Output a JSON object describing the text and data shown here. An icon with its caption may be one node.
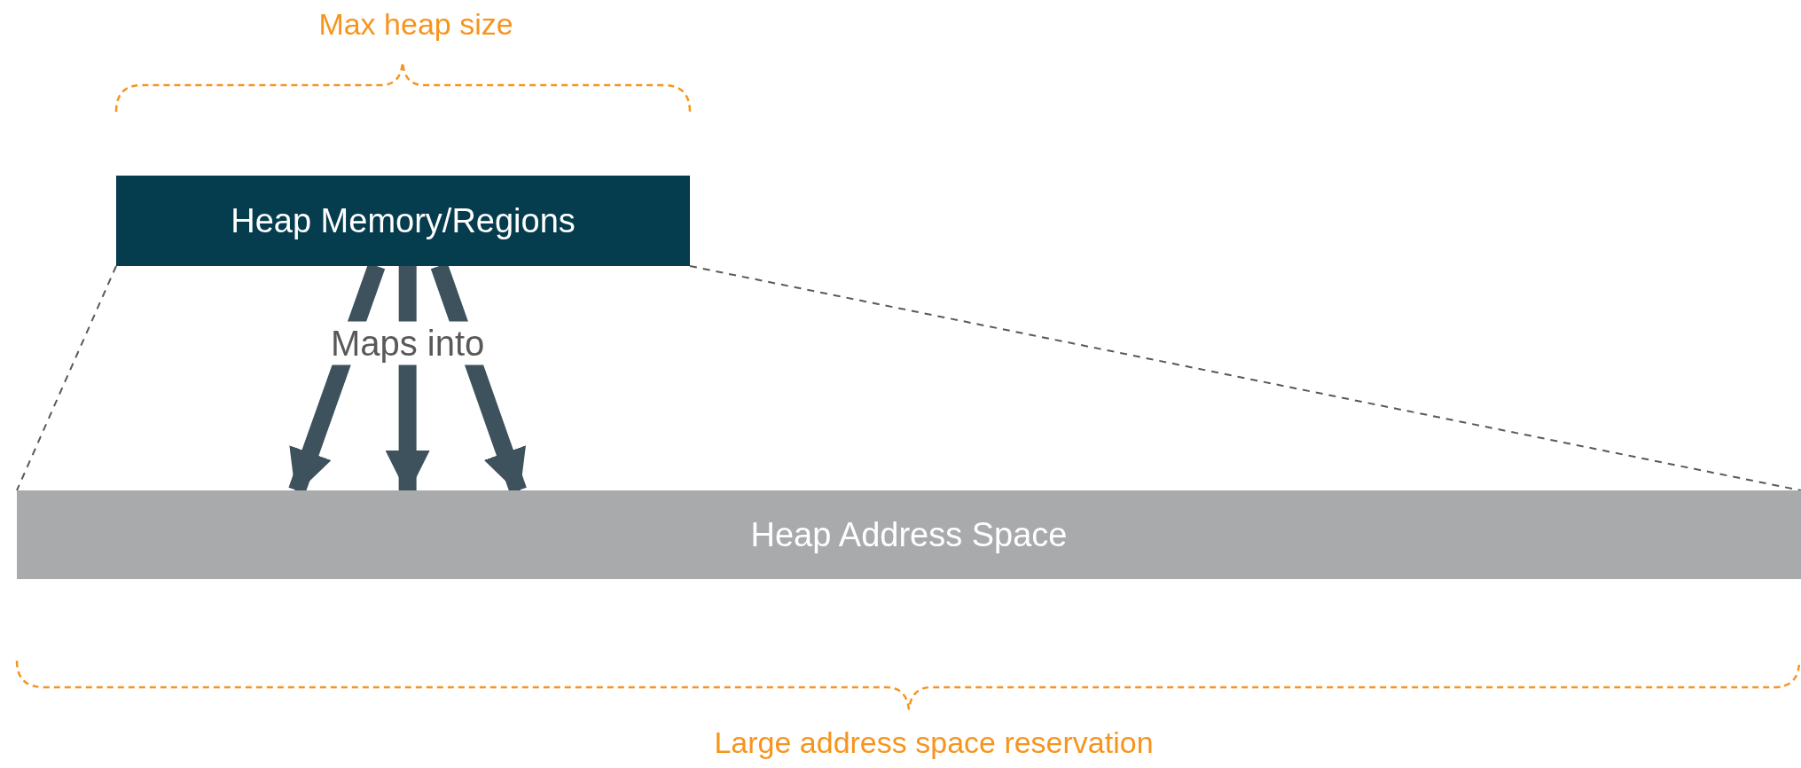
{
  "diagram": {
    "nodes": [
      {
        "text": [
          "Heap Memory/Regions"
        ]
      },
      {
        "text": [
          "Heap Address Space"
        ]
      }
    ],
    "edges": [
      {
        "from": 0,
        "to": 1,
        "arrow": "none",
        "style": "dashed",
        "color": "#595959"
      },
      {
        "from": 0,
        "to": 1,
        "arrow": "to"
      },
      {
        "from": 0,
        "to": 1,
        "arrow": "to",
        "label": "Maps into"
      },
      {
        "from": 0,
        "to": 1,
        "arrow": "to"
      },
      {
        "from": 0,
        "to": 1,
        "arrow": "none",
        "style": "dashed",
        "color": "#595959"
      }
    ],
    "labels": [
      "Max heap size",
      "Large address space reservation"
    ]
  }
}
